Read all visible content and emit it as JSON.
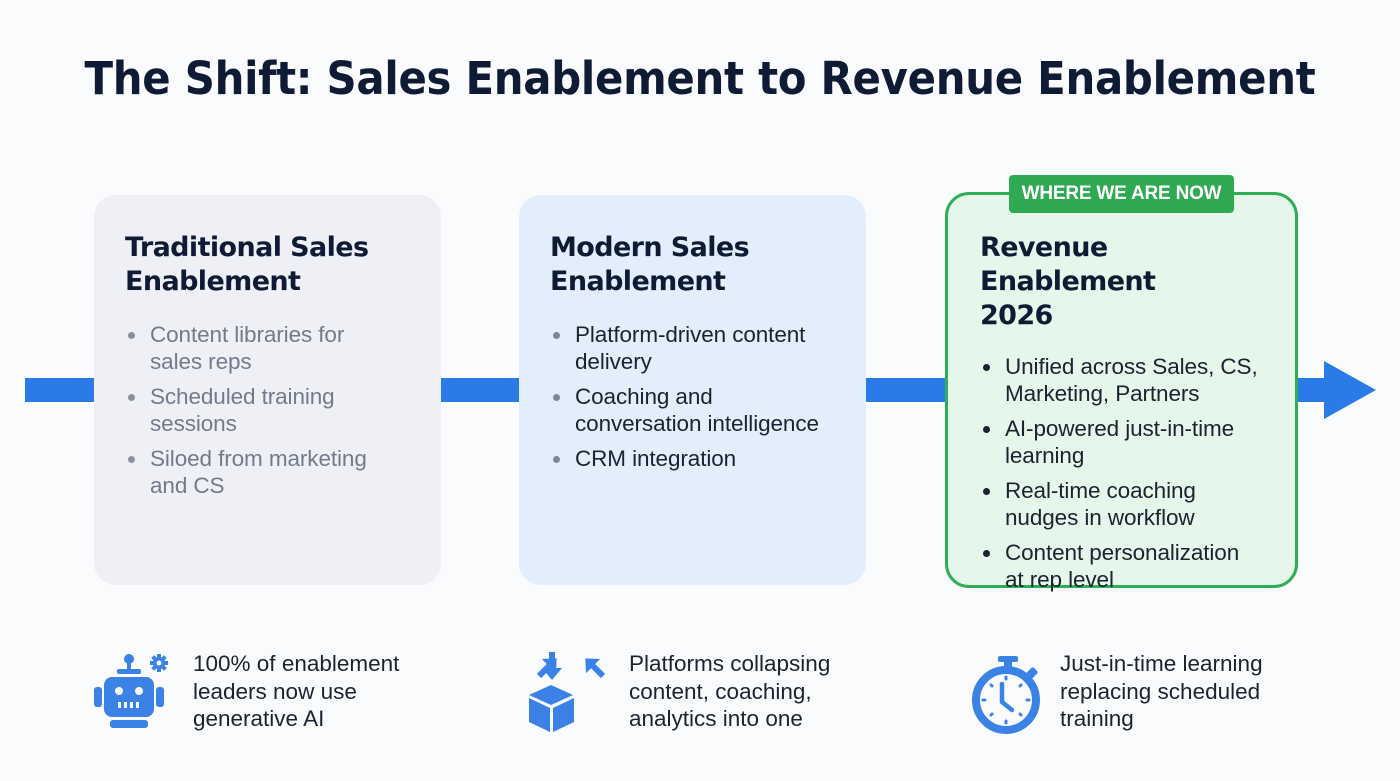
{
  "title": "The Shift: Sales Enablement to Revenue Enablement",
  "colors": {
    "flow_arrow": "#2a7be8",
    "current_stage_border": "#2fae55",
    "badge_bg": "#2faa52",
    "title_text": "#0f1b35",
    "icon_blue": "#3a82e6"
  },
  "stages": [
    {
      "title_lines": [
        "Traditional Sales",
        "Enablement"
      ],
      "items": [
        [
          "Content libraries for",
          "sales reps"
        ],
        [
          "Scheduled training",
          "sessions"
        ],
        [
          "Siloed from marketing",
          "and CS"
        ]
      ]
    },
    {
      "title_lines": [
        "Modern Sales",
        "Enablement"
      ],
      "items": [
        [
          "Platform-driven content",
          "delivery"
        ],
        [
          "Coaching and",
          "conversation intelligence"
        ],
        [
          "CRM integration"
        ]
      ]
    },
    {
      "badge": "WHERE WE ARE NOW",
      "title_lines": [
        "Revenue Enablement",
        "2026"
      ],
      "items": [
        [
          "Unified across Sales, CS,",
          "Marketing, Partners"
        ],
        [
          "AI-powered just-in-time",
          "learning"
        ],
        [
          "Real-time coaching",
          "nudges in workflow"
        ],
        [
          "Content personalization",
          "at rep level"
        ]
      ]
    }
  ],
  "stats": [
    {
      "icon": "robot-icon",
      "lines": [
        "100% of enablement",
        "leaders now use",
        "generative AI"
      ]
    },
    {
      "icon": "converge-box-icon",
      "lines": [
        "Platforms collapsing",
        "content, coaching,",
        "analytics into one"
      ]
    },
    {
      "icon": "stopwatch-icon",
      "lines": [
        "Just-in-time learning",
        "replacing scheduled",
        "training"
      ]
    }
  ]
}
